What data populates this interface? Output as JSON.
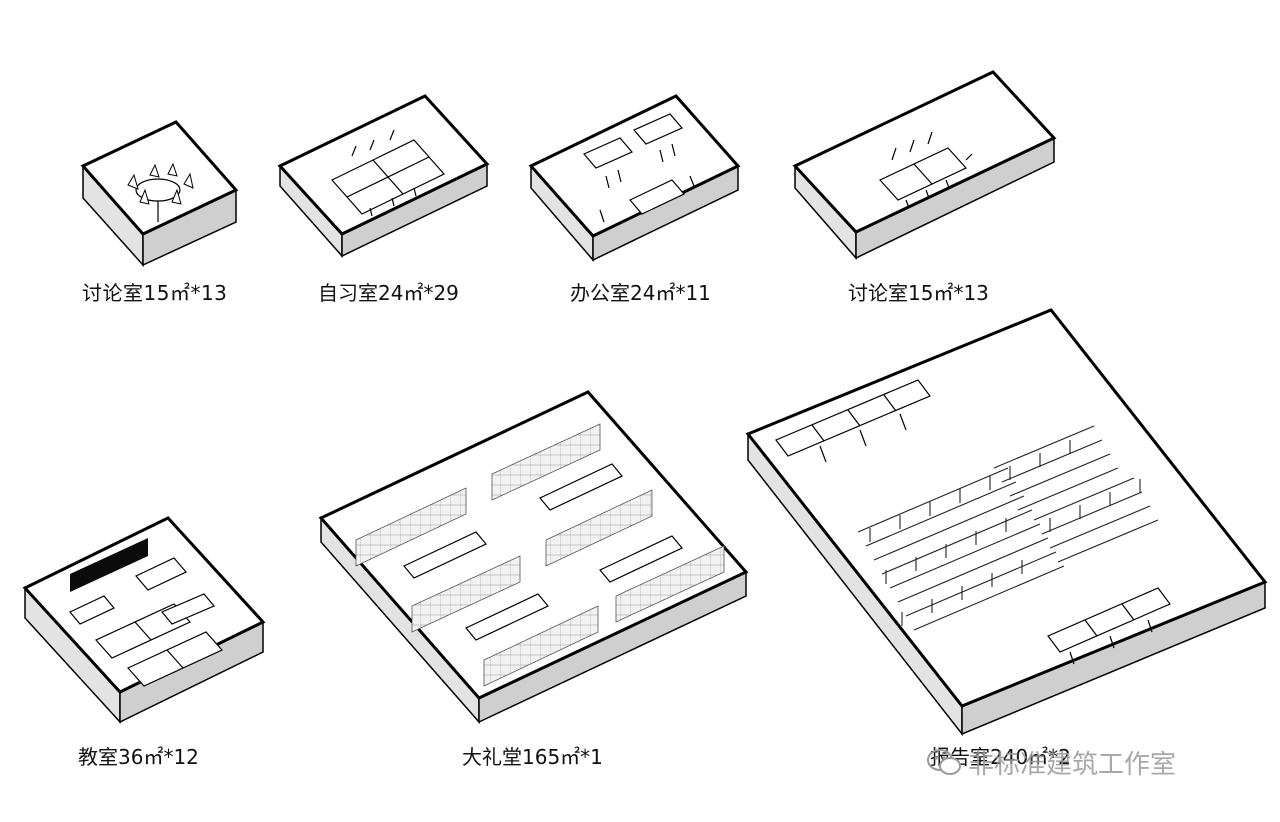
{
  "rooms": [
    {
      "caption": "讨论室15㎡*13"
    },
    {
      "caption": "自习室24㎡*29"
    },
    {
      "caption": "办公室24㎡*11"
    },
    {
      "caption": "讨论室15㎡*13"
    },
    {
      "caption": "教室36㎡*12"
    },
    {
      "caption": "大礼堂165㎡*1"
    },
    {
      "caption": "报告室240㎡*2"
    }
  ],
  "watermark": {
    "text": "非标准建筑工作室",
    "icon": "wechat-icon"
  },
  "colors": {
    "line": "#000000",
    "wall": "#d9d9d9",
    "floor": "#ffffff",
    "board": "#0b0b0b"
  }
}
